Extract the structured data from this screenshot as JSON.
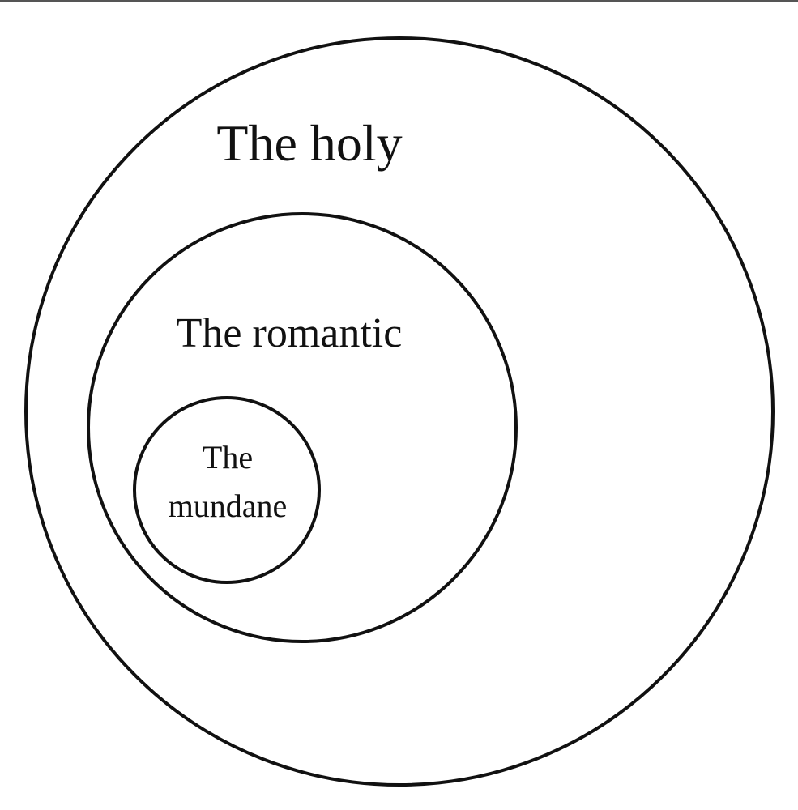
{
  "diagram": {
    "outer": {
      "label": "The holy"
    },
    "middle": {
      "label": "The romantic"
    },
    "inner": {
      "label_line1": "The",
      "label_line2": "mundane"
    }
  }
}
